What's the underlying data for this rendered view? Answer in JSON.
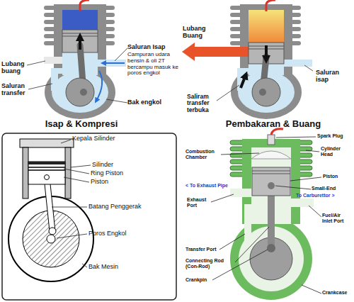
{
  "diagram": {
    "labels": [
      "Lubang buang",
      "Saluran Isap",
      "Campuran udara bensin & oli 2T bercampu masuk ke poros engkol",
      "Saluran transfer",
      "Bak engkol",
      "Isap & Kompresi",
      "Lubang Buang",
      "Saluran isap",
      "Saliram transfer terbuka",
      "Pembakaran & Buang",
      "Kepala Silinder",
      "Silinder",
      "Ring Piston",
      "Piston",
      "Batang Penggerak",
      "Poros Engkol",
      "Bak Mesin",
      "Spark Plug",
      "Combustion Chamber",
      "Cylinder Head",
      "Piston",
      "< To Exhaust Pipe",
      "Small-End",
      "Exhaust Port",
      "To Carburettor >",
      "Fuel/Air Inlet Port",
      "Transfer Port",
      "Connecting Rod (Con-Rod)",
      "Crankpin",
      "Crankcase"
    ]
  }
}
